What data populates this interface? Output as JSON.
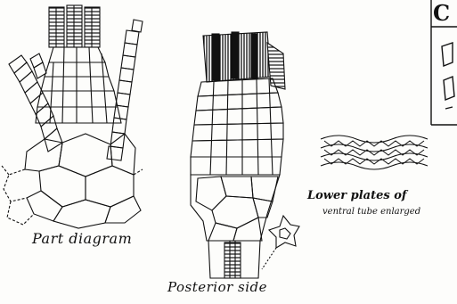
{
  "labels": {
    "part_diagram": "Part diagram",
    "posterior_side": "Posterior side",
    "lower_plates": "Lower plates of",
    "ventral_tube": "ventral tube enlarged",
    "corner_letter": "C"
  },
  "colors": {
    "ink": "#111111",
    "paper": "#fdfdfb"
  }
}
